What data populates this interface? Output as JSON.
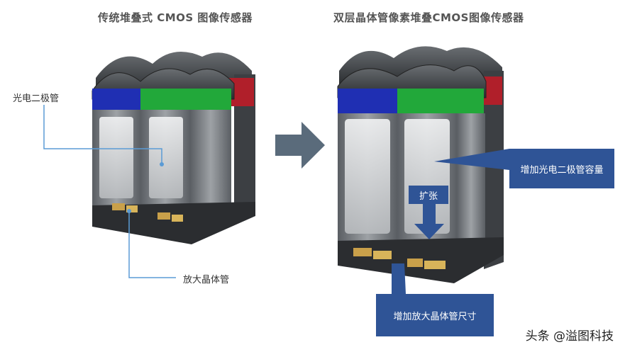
{
  "titles": {
    "left": "传统堆叠式 CMOS 图像传感器",
    "right": "双层晶体管像素堆叠CMOS图像传感器"
  },
  "labels": {
    "photodiode": "光电二极管",
    "amp_transistor": "放大晶体管",
    "increase_pd": "增加光电二极管容量",
    "expand": "扩张",
    "increase_amp": "增加放大晶体管尺寸"
  },
  "watermark": "头条 @溢图科技",
  "colors": {
    "blue": "#1f2fb3",
    "green": "#22a83a",
    "red": "#b01f2a",
    "callout_bg": "#2f5496",
    "arrow": "#5a6b7b"
  }
}
